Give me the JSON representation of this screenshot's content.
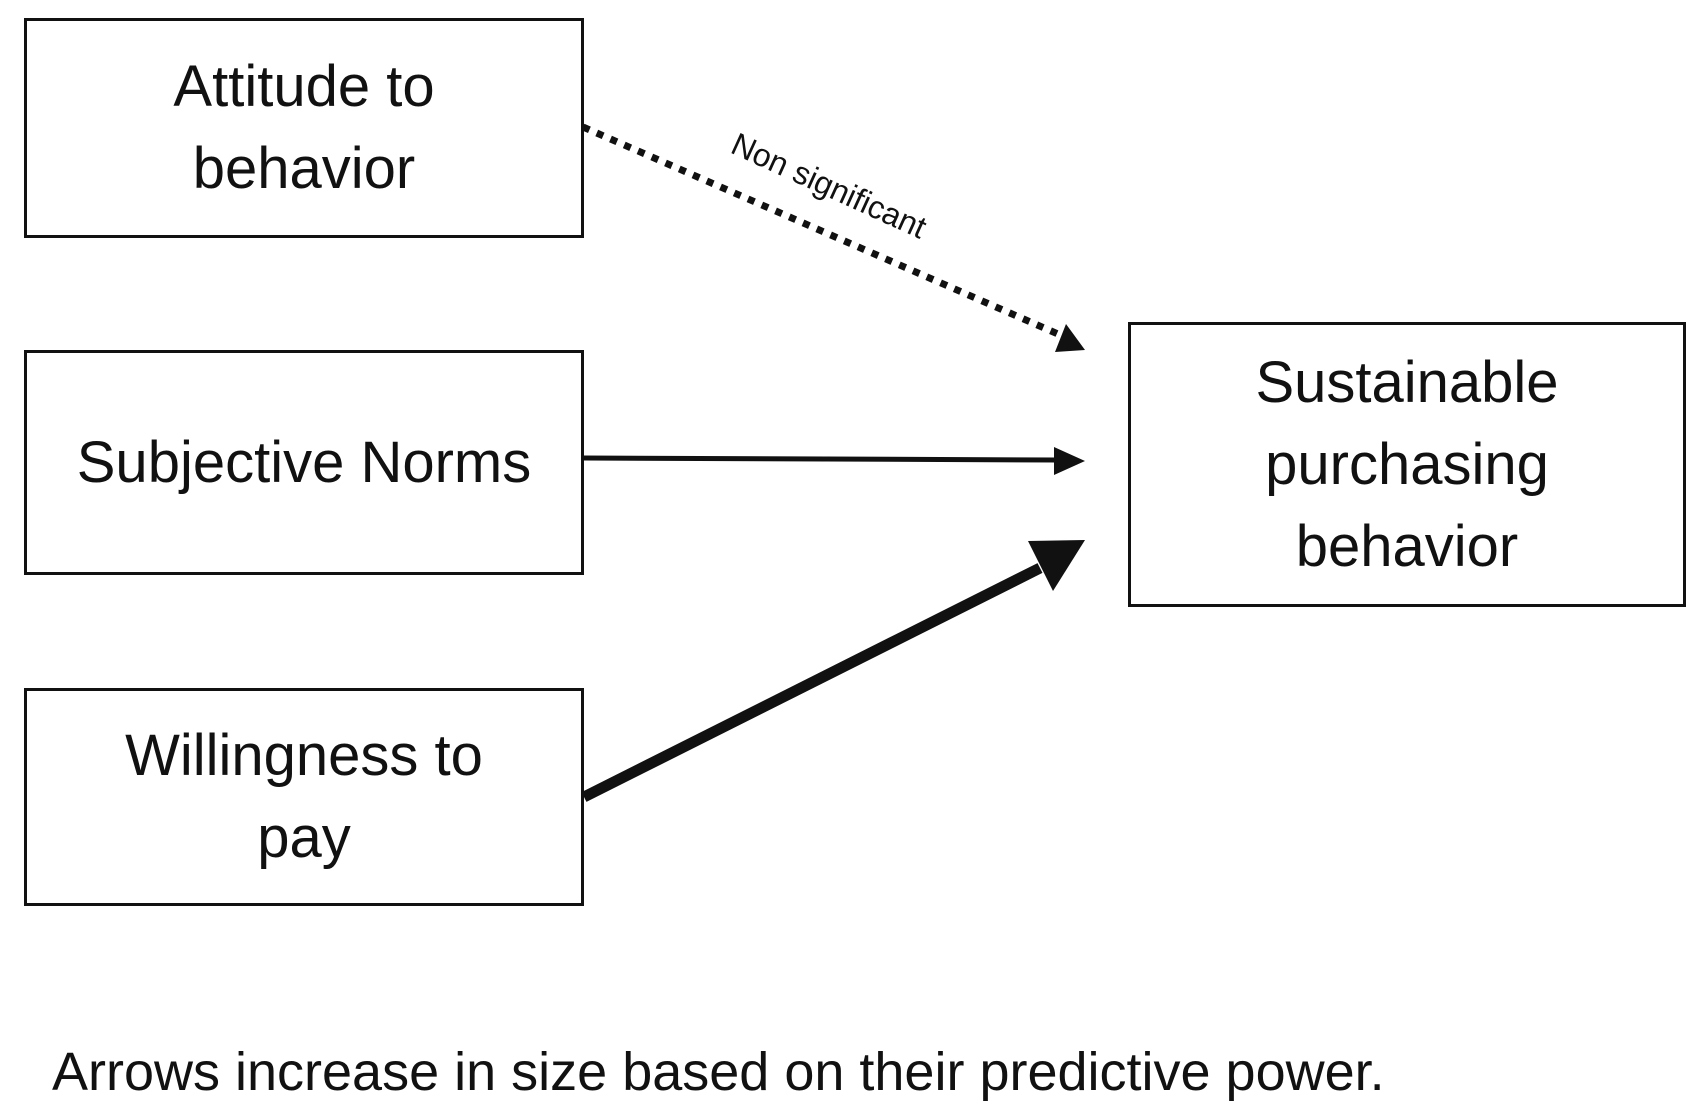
{
  "nodes": {
    "attitude": {
      "lines": [
        "Attitude to",
        "behavior"
      ]
    },
    "norms": {
      "lines": [
        "Subjective Norms"
      ]
    },
    "wtp": {
      "lines": [
        "Willingness to",
        "pay"
      ]
    },
    "outcome": {
      "lines": [
        "Sustainable",
        "purchasing",
        "behavior"
      ]
    }
  },
  "edges": [
    {
      "from": "attitude",
      "to": "outcome",
      "style": "dotted",
      "label": "Non significant"
    },
    {
      "from": "norms",
      "to": "outcome",
      "style": "solid-thin",
      "label": ""
    },
    {
      "from": "wtp",
      "to": "outcome",
      "style": "solid-thick",
      "label": ""
    }
  ],
  "footnote": "Arrows increase in size based on their predictive power."
}
